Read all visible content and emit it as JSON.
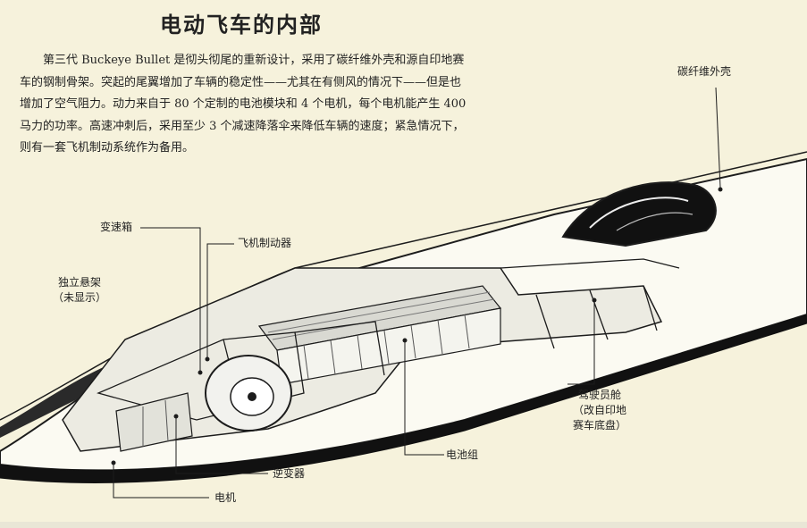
{
  "title": "电动飞车的内部",
  "intro": "第三代 Buckeye Bullet 是彻头彻尾的重新设计，采用了碳纤维外壳和源自印地赛车的钢制骨架。突起的尾翼增加了车辆的稳定性——尤其在有侧风的情况下——但是也增加了空气阻力。动力来自于 80 个定制的电池模块和 4 个电机，每个电机能产生 400 马力的功率。高速冲刺后，采用至少 3 个减速降落伞来降低车辆的速度；紧急情况下，则有一套飞机制动系统作为备用。",
  "labels": {
    "carbon_shell": "碳纤维外壳",
    "gearbox": "变速箱",
    "aircraft_brake": "飞机制动器",
    "suspension_line1": "独立悬架",
    "suspension_line2": "（未显示）",
    "cockpit_line1": "驾驶员舱",
    "cockpit_line2": "（改自印地",
    "cockpit_line3": "赛车底盘）",
    "battery_pack": "电池组",
    "inverter": "逆变器",
    "motor": "电机"
  },
  "colors": {
    "background": "#f6f2dc",
    "body_fill": "#fbfaf2",
    "ink": "#1c1c1c"
  }
}
